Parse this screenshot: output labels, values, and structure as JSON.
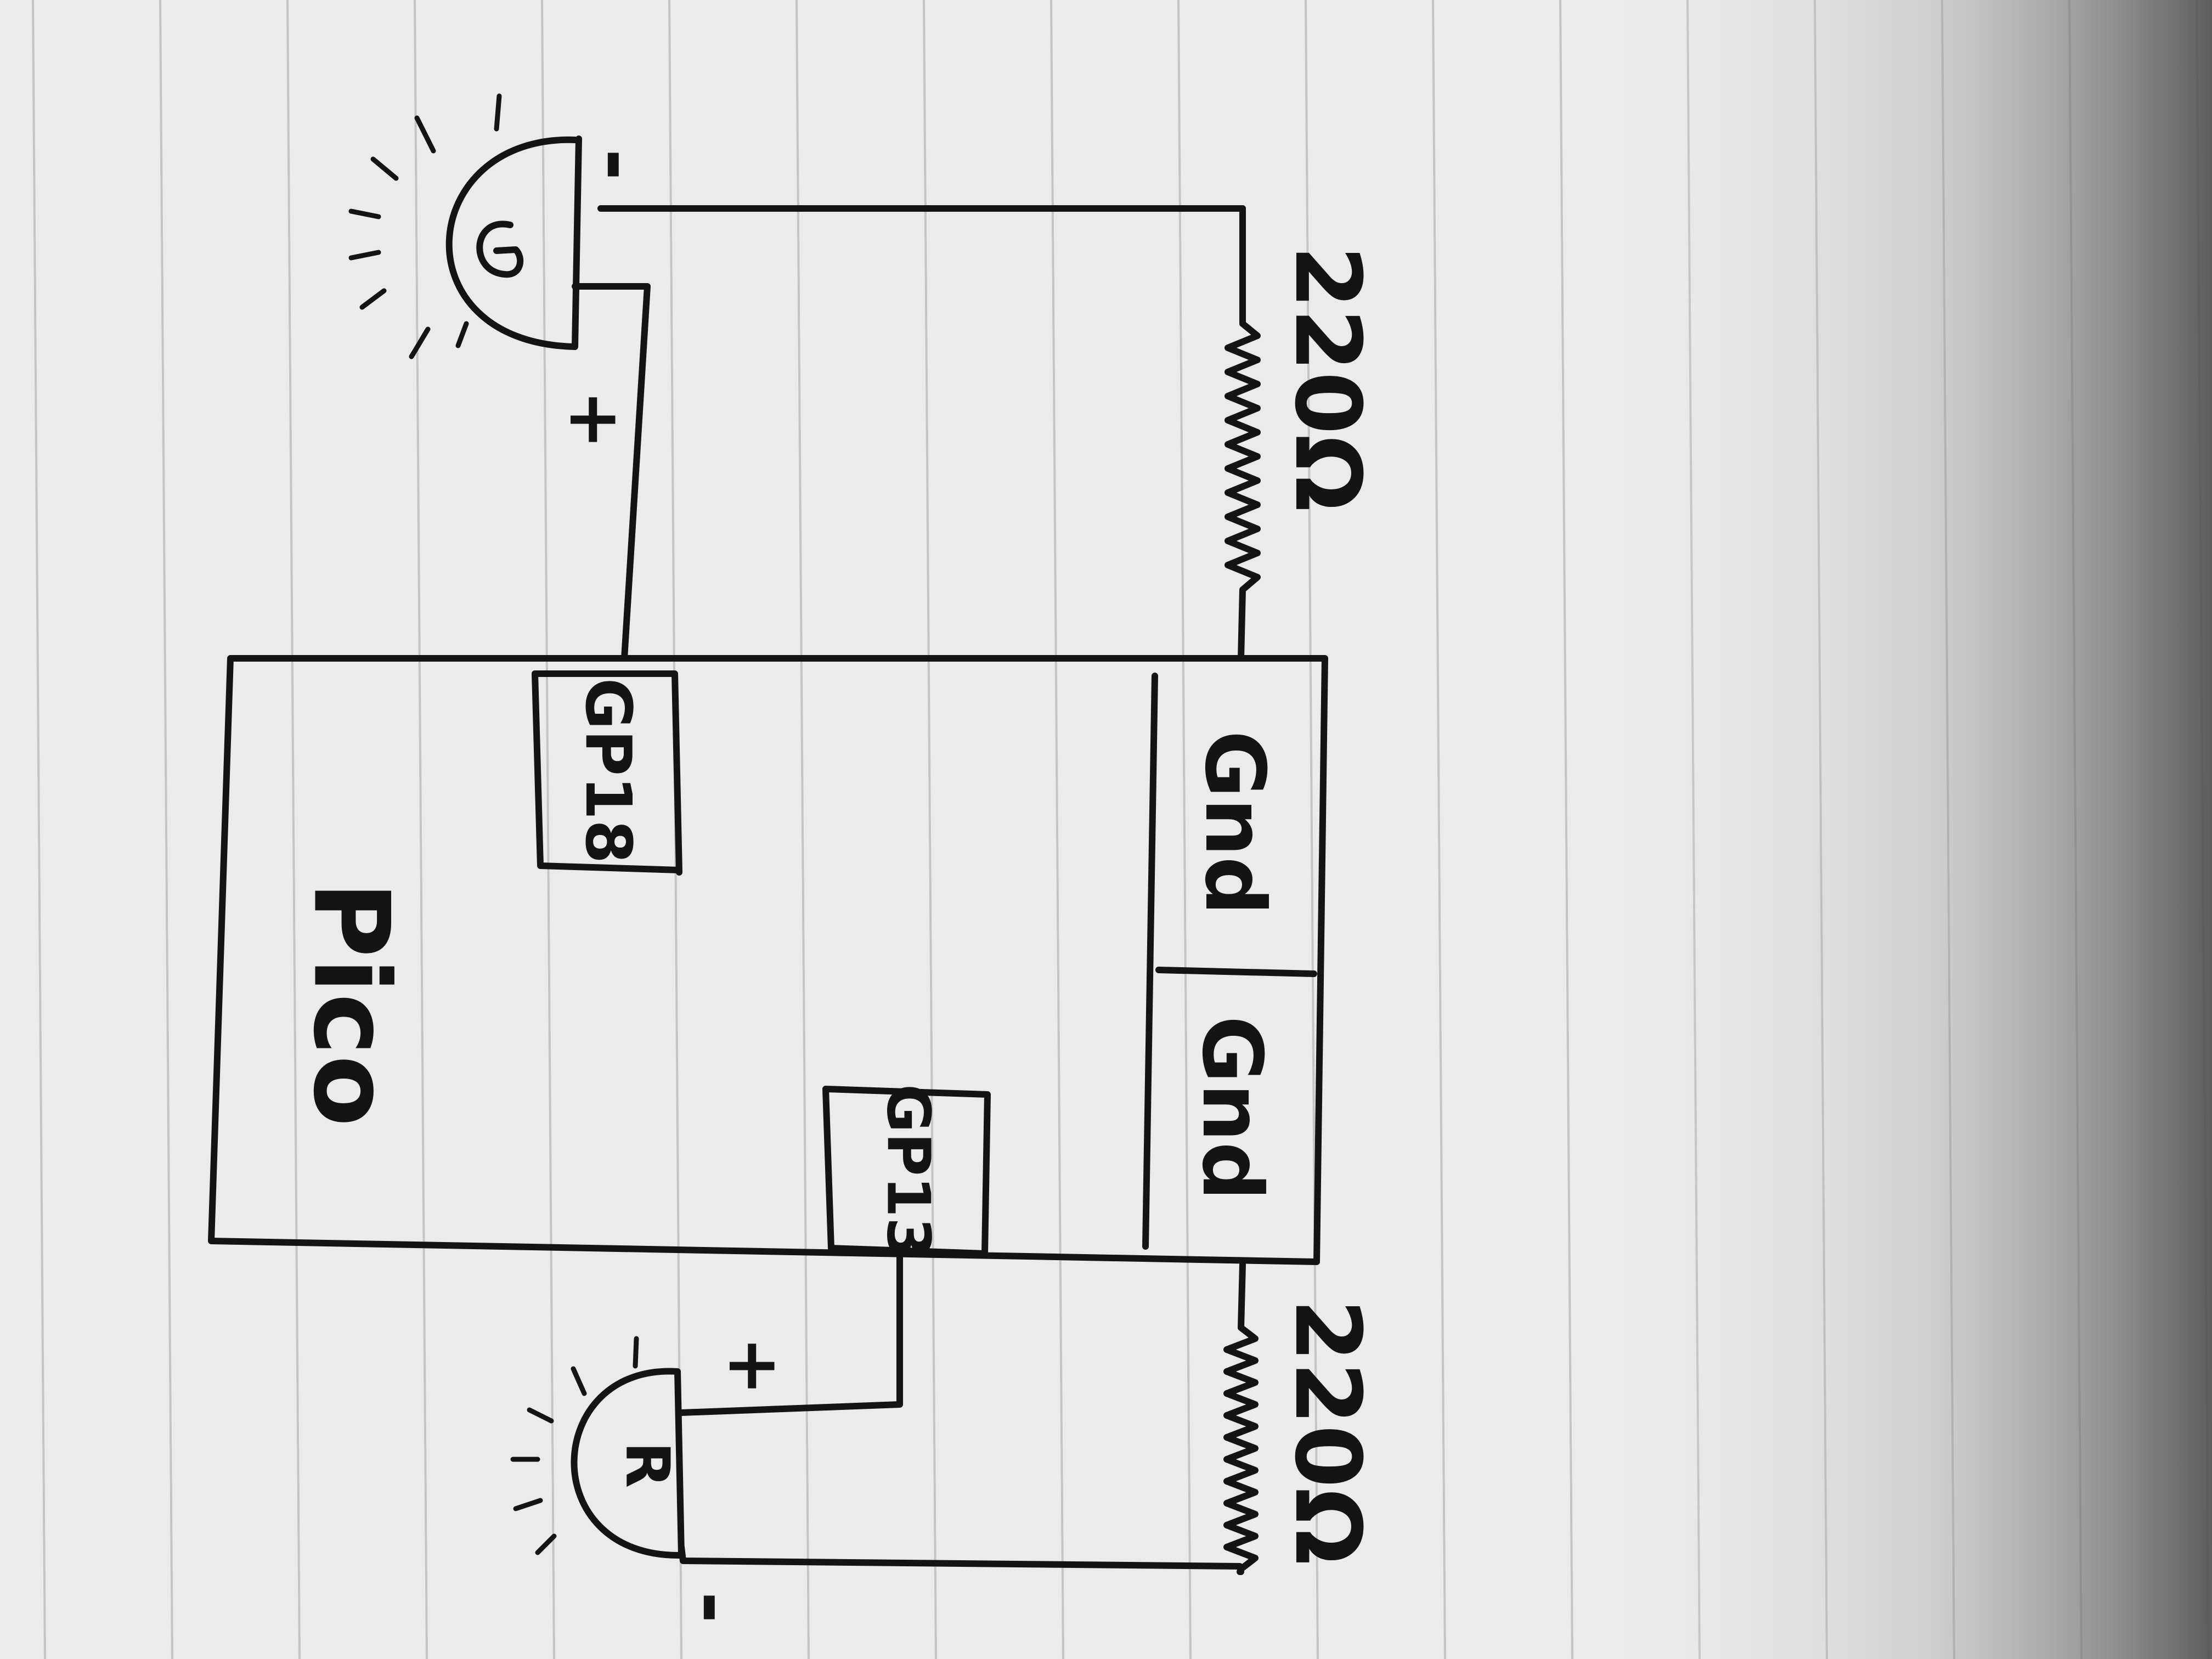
{
  "colors": {
    "ink": "#141414",
    "paper": "#ecebe9",
    "rule_line": "#c4c4c4",
    "shadow": "#5a5a58"
  },
  "board": {
    "label": "Pico"
  },
  "pins": {
    "gp18": "GP18",
    "gp13": "GP13",
    "gnd_top": "Gnd",
    "gnd_bottom": "Gnd"
  },
  "leds": {
    "green": {
      "letter": "G",
      "plus": "+",
      "minus": "-"
    },
    "red": {
      "letter": "R",
      "plus": "+",
      "minus": "-"
    }
  },
  "resistors": {
    "top": "220Ω",
    "bottom": "220Ω"
  }
}
